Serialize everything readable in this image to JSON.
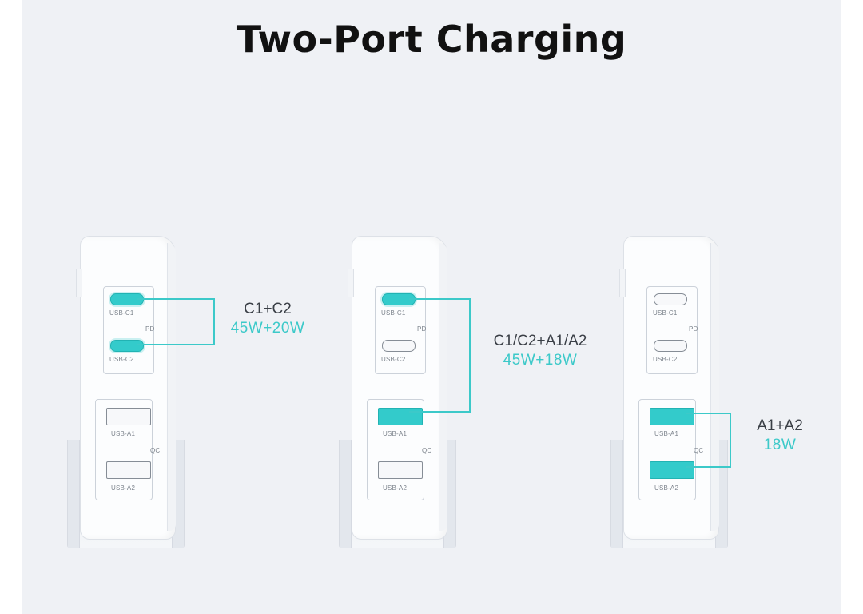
{
  "title": "Two-Port Charging",
  "labels": {
    "c1": "USB-C1",
    "c2": "USB-C2",
    "a1": "USB-A1",
    "a2": "USB-A2",
    "pd": "PD",
    "qc": "QC"
  },
  "colors": {
    "accent": "#3cc9c9",
    "background": "#eff1f5",
    "title": "#111111"
  },
  "configs": [
    {
      "ports": "C1+C2",
      "watts": "45W+20W",
      "active": [
        "c1",
        "c2"
      ]
    },
    {
      "ports": "C1/C2+A1/A2",
      "watts": "45W+18W",
      "active": [
        "c1",
        "a1"
      ]
    },
    {
      "ports": "A1+A2",
      "watts": "18W",
      "active": [
        "a1",
        "a2"
      ]
    }
  ]
}
